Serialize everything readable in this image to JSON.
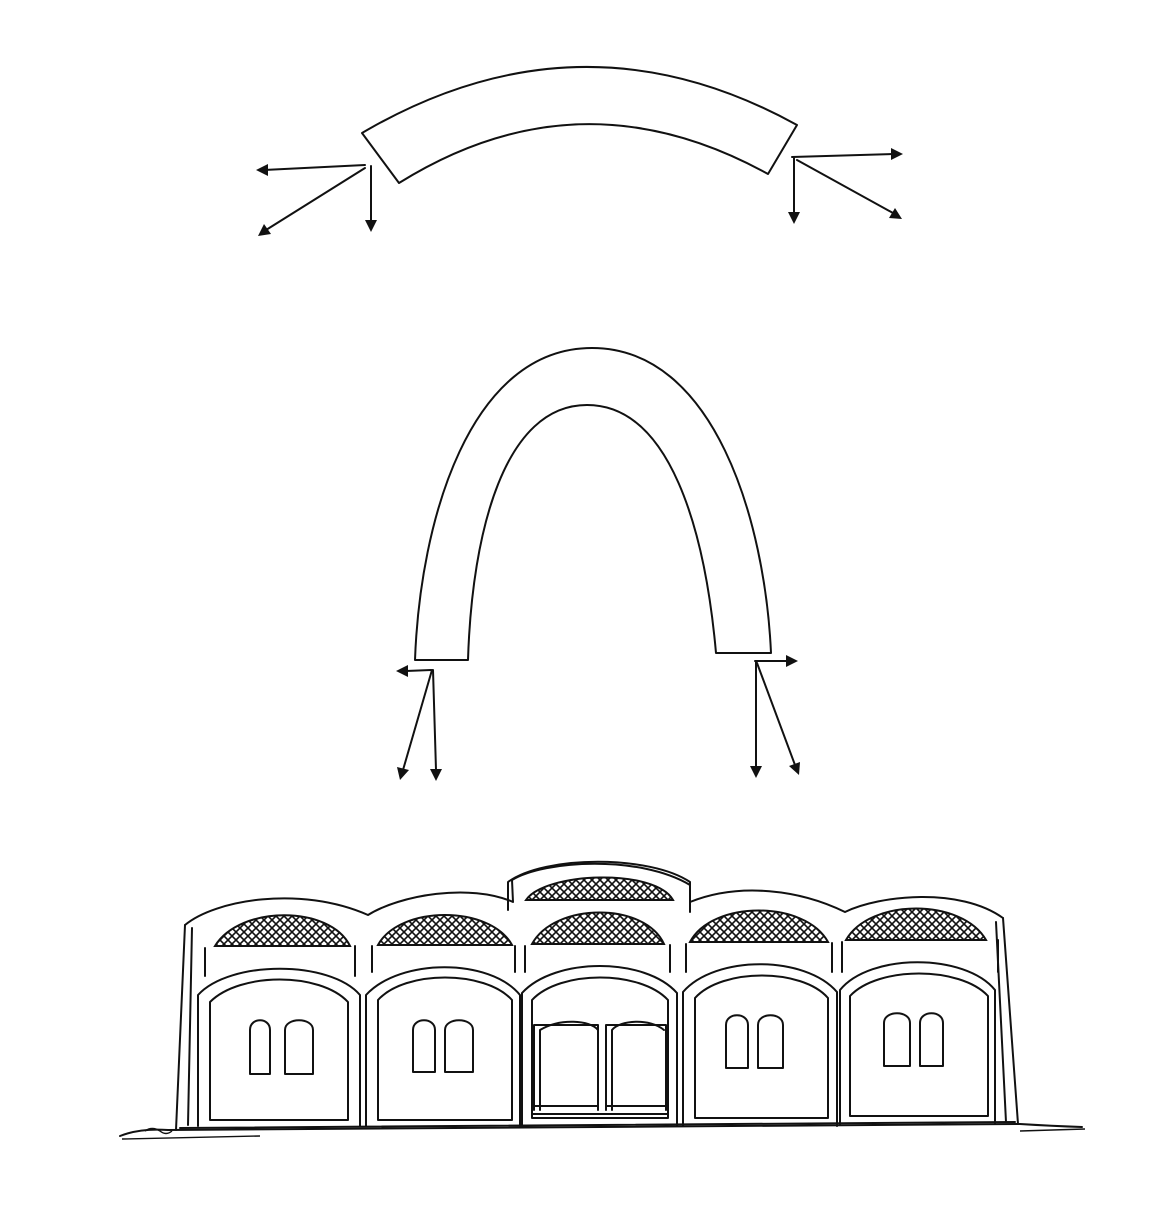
{
  "diagram": {
    "panels": [
      {
        "id": "shallow-arch",
        "kind": "arch-thrust-diagram",
        "thrust_arrows_per_side": 3
      },
      {
        "id": "catenary-arch",
        "kind": "arch-thrust-diagram",
        "thrust_arrows_per_side": 3
      },
      {
        "id": "vaulted-building",
        "kind": "building-elevation",
        "bays": 5,
        "windows_per_side_bay": 2,
        "center_bay": "double-door",
        "lunettes": "lattice-screen",
        "raised_central_vault": true
      }
    ],
    "colors": {
      "ink": "#111111",
      "paper": "#ffffff"
    }
  }
}
